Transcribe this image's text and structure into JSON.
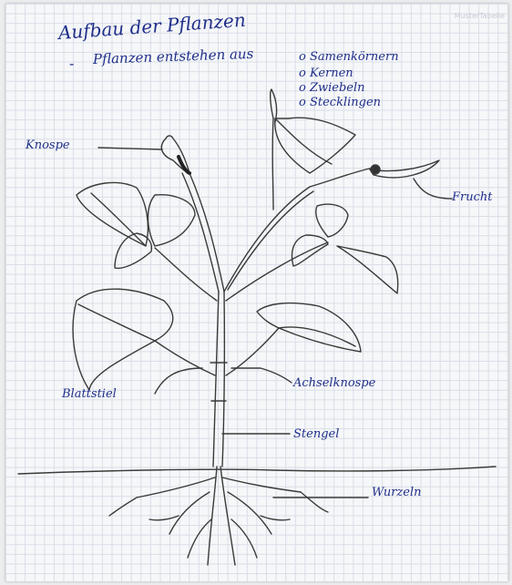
{
  "note": {
    "title": "Aufbau der Pflanzen",
    "subtitle_dash": "-",
    "subtitle": "Pflanzen entstehen aus",
    "origins": [
      "o Samenkörnern",
      "o Kernen",
      "o Zwiebeln",
      "o Stecklingen"
    ]
  },
  "labels": {
    "knospe": "Knospe",
    "frucht": "Frucht",
    "blattstiel": "Blattstiel",
    "achselknospe": "Achselknospe",
    "stengel": "Stengel",
    "wurzeln": "Wurzeln"
  },
  "watermark": "MusterTabelle",
  "colors": {
    "ink": "#1f2f8a",
    "pencil": "#3a3a3a",
    "grid": "#d9dde6",
    "paper": "#f6f7f9"
  }
}
